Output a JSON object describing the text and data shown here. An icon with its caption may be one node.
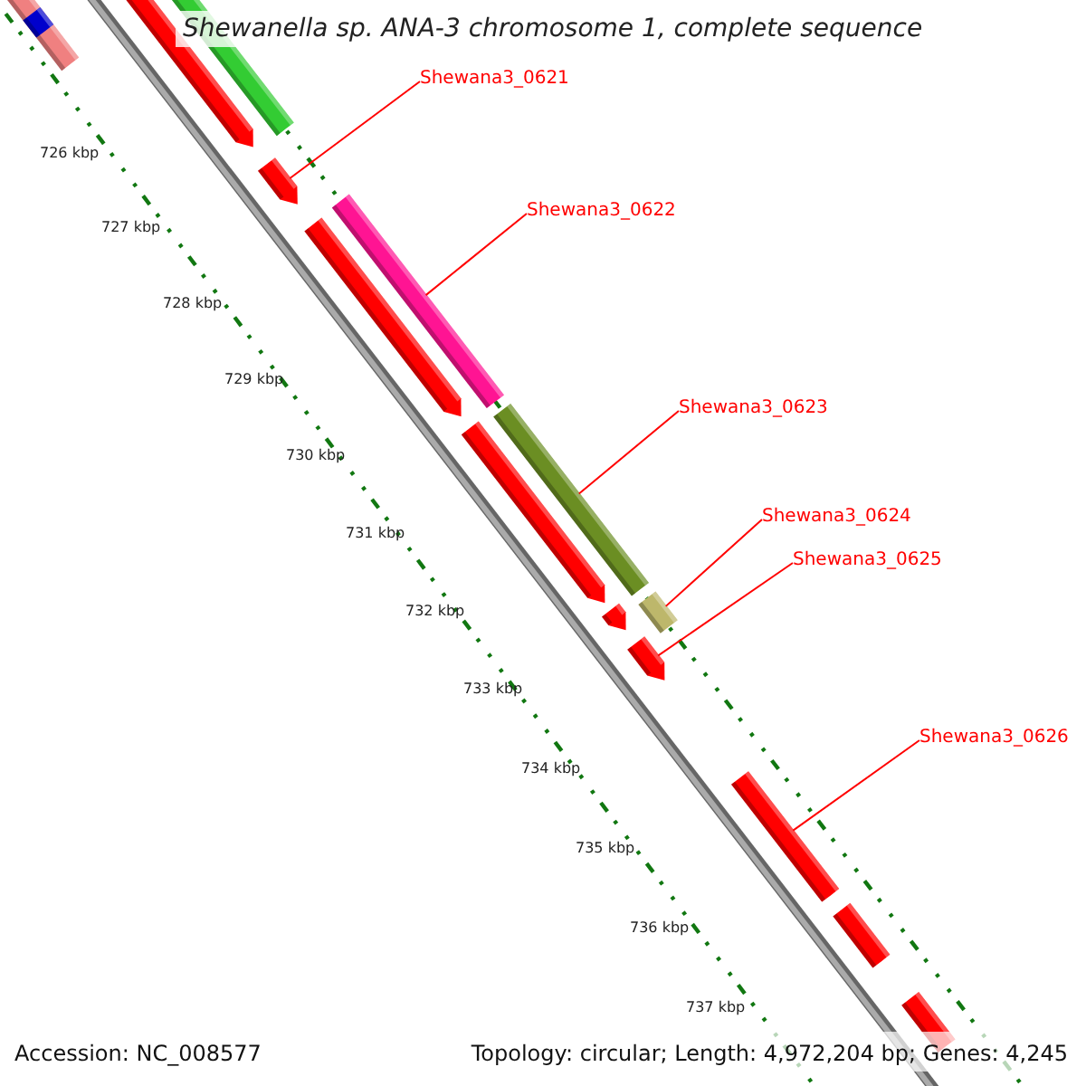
{
  "diagram": {
    "title": "Shewanella sp. ANA-3 chromosome 1, complete sequence",
    "nodes": [
      {
        "text": [
          "Shewana3_0621"
        ]
      },
      {
        "text": [
          "Shewana3_0622"
        ]
      },
      {
        "text": [
          "Shewana3_0623"
        ]
      },
      {
        "text": [
          "Shewana3_0624"
        ]
      },
      {
        "text": [
          "Shewana3_0625"
        ]
      },
      {
        "text": [
          "Shewana3_0626"
        ]
      },
      {
        "text": [],
        "shape": "bar"
      },
      {
        "text": [],
        "shape": "bar"
      },
      {
        "text": [],
        "shape": "bar"
      },
      {
        "text": [],
        "shape": "bar"
      },
      {
        "text": [],
        "shape": "bar"
      },
      {
        "text": [],
        "shape": "bar"
      }
    ],
    "edges": [
      {
        "from": 0,
        "to": 6,
        "arrow": "none",
        "color": "#ff0000"
      },
      {
        "from": 1,
        "to": 7,
        "arrow": "none",
        "color": "#ff0000"
      },
      {
        "from": 2,
        "to": 8,
        "arrow": "none",
        "color": "#ff0000"
      },
      {
        "from": 3,
        "to": 9,
        "arrow": "none",
        "color": "#ff0000"
      },
      {
        "from": 4,
        "to": 10,
        "arrow": "none",
        "color": "#ff0000"
      },
      {
        "from": 5,
        "to": 11,
        "arrow": "none",
        "color": "#ff0000"
      }
    ],
    "labels": [
      "726 kbp",
      "727 kbp",
      "728 kbp",
      "729 kbp",
      "730 kbp",
      "731 kbp",
      "732 kbp",
      "733 kbp",
      "734 kbp",
      "735 kbp",
      "736 kbp",
      "737 kbp",
      "Accession: NC_008577",
      "Topology: circular; Length: 4,972,204 bp; Genes: 4,245"
    ]
  }
}
